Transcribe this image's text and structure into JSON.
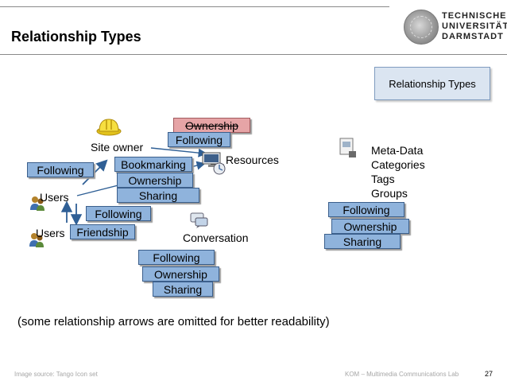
{
  "header": {
    "title": "Relationship Types",
    "university": [
      "TECHNISCHE",
      "UNIVERSITÄT",
      "DARMSTADT"
    ]
  },
  "callout": "Relationship Types",
  "diagram": {
    "site_owner": "Site owner",
    "resources": "Resources",
    "users_top": "Users",
    "users_bottom": "Users",
    "conversation": "Conversation",
    "meta": [
      "Meta-Data",
      "Categories",
      "Tags",
      "Groups"
    ],
    "boxes": {
      "ownership_struck": "Ownership",
      "following_site": "Following",
      "following_users": "Following",
      "bookmarking": "Bookmarking",
      "ownership_res": "Ownership",
      "sharing_res": "Sharing",
      "following_between": "Following",
      "friendship": "Friendship",
      "following_conv": "Following",
      "ownership_conv": "Ownership",
      "sharing_conv": "Sharing",
      "following_meta": "Following",
      "ownership_meta": "Ownership",
      "sharing_meta": "Sharing"
    }
  },
  "note": "(some relationship arrows are omitted for better readability)",
  "footer": {
    "source": "Image source: Tango Icon set",
    "lab": "KOM – Multimedia Communications Lab",
    "page": "27"
  },
  "colors": {
    "box_fill": "#8fb3dc",
    "box_border": "#3b5f8c",
    "struck_fill": "#e6a4a6",
    "arrow": "#2f5f95"
  },
  "icons": [
    "hard-hat-icon",
    "computer-resources-icon",
    "users-icon",
    "conversation-icon",
    "document-metadata-icon"
  ]
}
